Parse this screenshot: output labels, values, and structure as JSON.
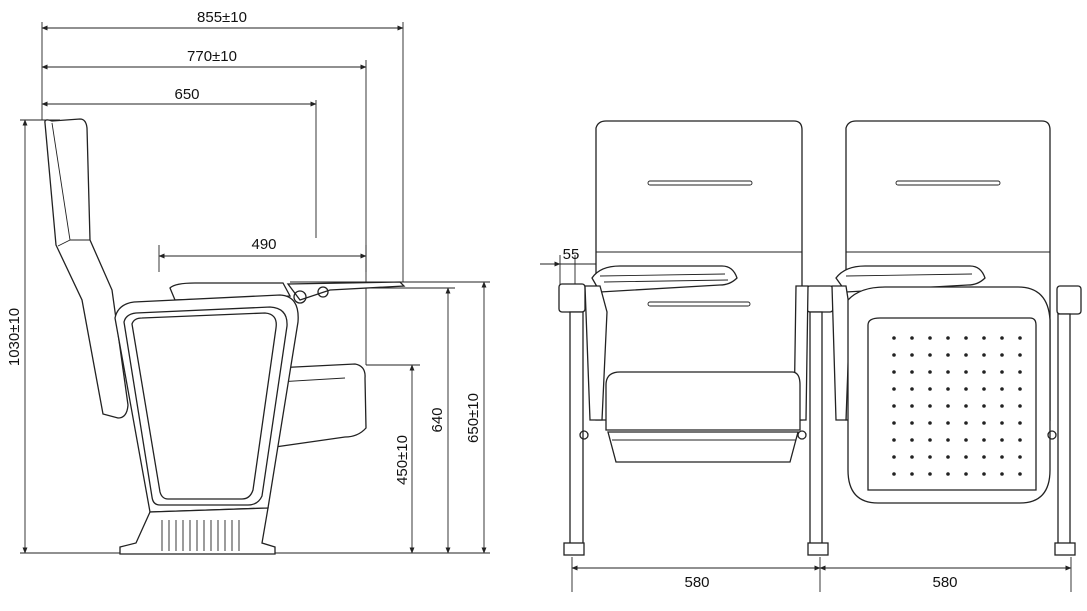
{
  "side_view": {
    "dims": {
      "overall_depth": "855±10",
      "depth_seat_open": "770±10",
      "depth_back": "650",
      "tablet_depth": "490",
      "overall_height": "1030±10",
      "seat_height": "450±10",
      "arm_height": "640",
      "tablet_height": "650±10"
    }
  },
  "front_view": {
    "dims": {
      "tablet_offset": "55",
      "seat_width_left": "580",
      "seat_width_right": "580"
    }
  }
}
